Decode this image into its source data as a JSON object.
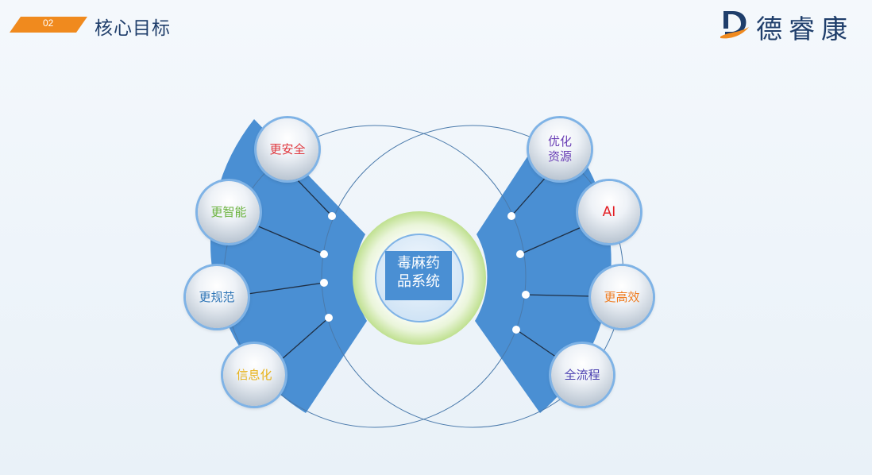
{
  "header": {
    "number": "02",
    "title": "核心目标"
  },
  "logo": {
    "text": "德睿康",
    "mark": "D"
  },
  "center": {
    "line1": "毒麻药",
    "line2": "品系统"
  },
  "left_goals": [
    {
      "line1": "更安全",
      "color": "#e0393f"
    },
    {
      "line1": "更智能",
      "color": "#6cb33f"
    },
    {
      "line1": "更规范",
      "color": "#2e75b6"
    },
    {
      "line1": "信息化",
      "color": "#e8b31c"
    }
  ],
  "right_goals": [
    {
      "line1": "优化",
      "line2": "资源",
      "color": "#6a3fb5"
    },
    {
      "line1": "AI",
      "color": "#e31e24"
    },
    {
      "line1": "更高效",
      "color": "#ef7d22"
    },
    {
      "line1": "全流程",
      "color": "#4a3fb0"
    }
  ],
  "colors": {
    "accent_orange": "#f08a1e",
    "fan_blue": "#4a8fd3",
    "title_navy": "#1f3e6b",
    "ring_green": "#c9e6a0"
  }
}
